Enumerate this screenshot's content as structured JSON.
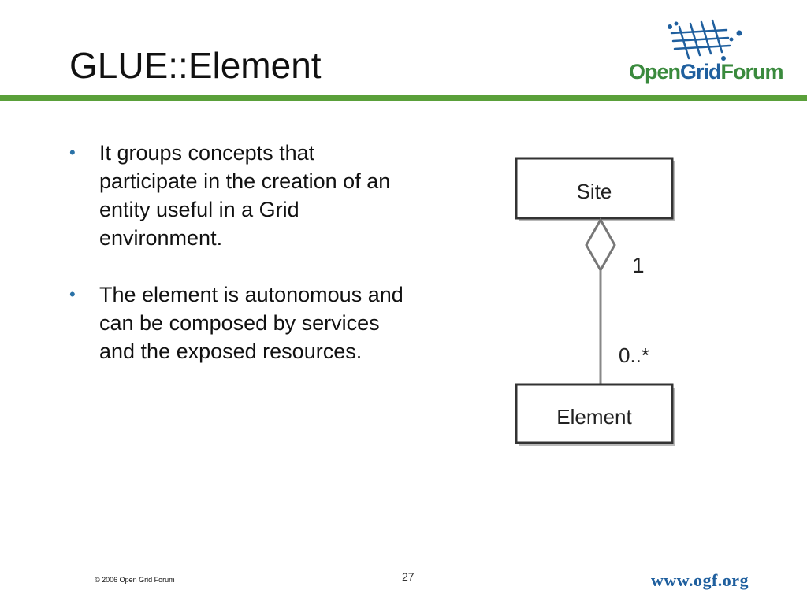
{
  "slide": {
    "title": "GLUE::Element",
    "bullets": [
      "It groups concepts that participate in the creation of an entity useful in a Grid environment.",
      "The element is autonomous and can be composed by services and the exposed resources."
    ],
    "bullet_marker": "•"
  },
  "logo": {
    "part1": "Open",
    "part2": "Grid",
    "part3": "Forum",
    "colors": {
      "green": "#3a8a3d",
      "blue": "#1f5f9e"
    }
  },
  "diagram": {
    "top_class": "Site",
    "bottom_class": "Element",
    "multiplicity_top": "1",
    "multiplicity_bottom": "0..*"
  },
  "footer": {
    "copyright": "© 2006 Open Grid Forum",
    "page_number": "27",
    "url": "www.ogf.org"
  },
  "colors": {
    "accent_bar": "#5aa03a",
    "bullet": "#2a72a7"
  }
}
